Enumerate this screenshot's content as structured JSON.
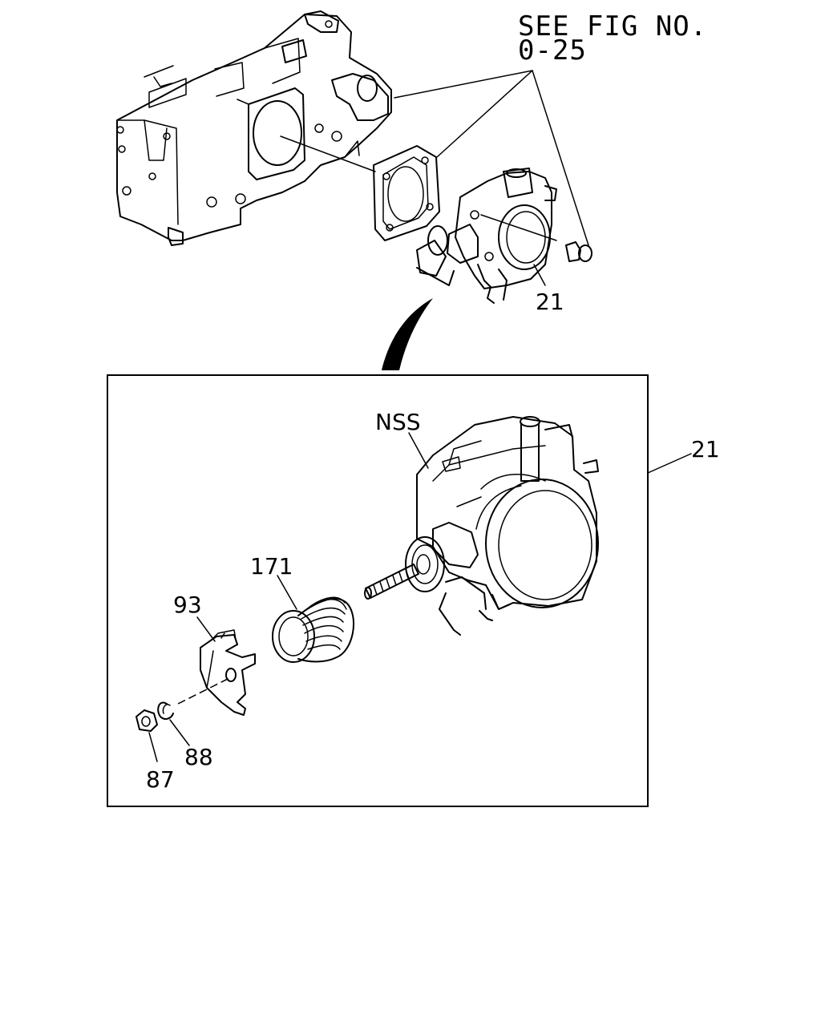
{
  "reference": {
    "line1": "SEE FIG NO.",
    "line2": "0-25"
  },
  "callouts": {
    "top_assembly": "21",
    "box_assembly": "21",
    "nss": "NSS",
    "spring": "171",
    "lever": "93",
    "washer": "88",
    "nut": "87"
  }
}
